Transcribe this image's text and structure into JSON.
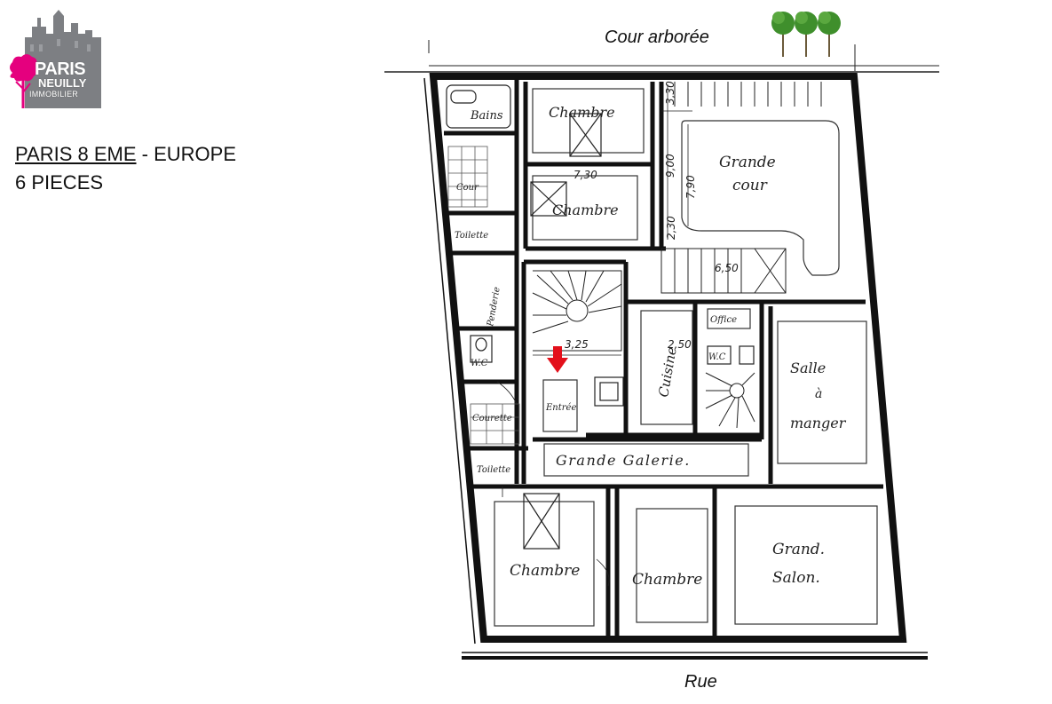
{
  "logo": {
    "line1": "PARIS",
    "line2": "NEUILLY",
    "line3": "IMMOBILIER",
    "colors": {
      "building": "#7d7f83",
      "accent": "#e5007e"
    }
  },
  "title": {
    "location_underlined": "PARIS 8 EME",
    "location_rest": " - EUROPE",
    "rooms": "6 PIECES"
  },
  "labels": {
    "top": "Cour arborée",
    "bottom": "Rue"
  },
  "plan": {
    "rooms": {
      "bains": "Bains",
      "chambre_top1": "Chambre",
      "chambre_top2": "Chambre",
      "grande_cour_1": "Grande",
      "grande_cour_2": "cour",
      "cour": "Cour",
      "toilette1": "Toilette",
      "penderie": "Penderie",
      "wc1": "W.C",
      "courette": "Courette",
      "toilette2": "Toilette",
      "entree": "Entrée",
      "cuisine": "Cuisine",
      "office": "Office",
      "wc2": "W.C",
      "salle_1": "Salle",
      "salle_2": "à",
      "salle_3": "manger",
      "grande_galerie": "Grande Galerie.",
      "chambre_bottom1": "Chambre",
      "chambre_bottom2": "Chambre",
      "grand_salon_1": "Grand.",
      "grand_salon_2": "Salon."
    },
    "dimensions": {
      "d730": "7,30",
      "d900": "9,00",
      "d790": "7,90",
      "d230": "2,30",
      "d650": "6,50",
      "d325": "3,25",
      "d250": "2,50",
      "d330": "3,30"
    },
    "colors": {
      "wall": "#111111",
      "marker": "#e3101b"
    }
  }
}
